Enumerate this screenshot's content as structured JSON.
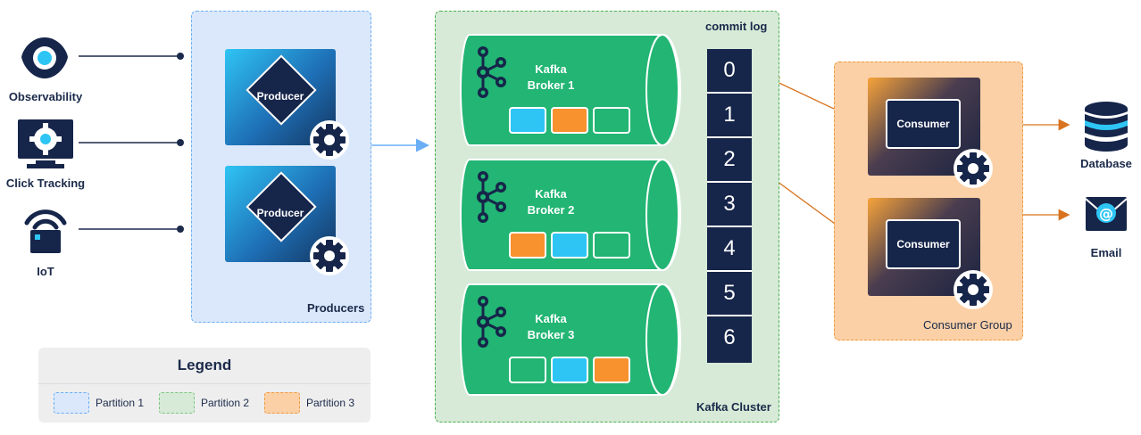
{
  "colors": {
    "partition1": "#dbe8fb",
    "partition2": "#d6ead7",
    "partition3": "#fbd0a6",
    "kafka_green": "#22b573",
    "navy": "#16254a",
    "cyan": "#2ec5f5",
    "orange": "#f7922f"
  },
  "sources": [
    {
      "label": "Observability",
      "icon": "eye-icon"
    },
    {
      "label": "Click Tracking",
      "icon": "monitor-gear-icon"
    },
    {
      "label": "IoT",
      "icon": "wifi-device-icon"
    }
  ],
  "producers": {
    "zone_label": "Producers",
    "items": [
      {
        "label": "Producer"
      },
      {
        "label": "Producer"
      }
    ]
  },
  "cluster": {
    "zone_label": "Kafka Cluster",
    "commit_log_label": "commit log",
    "brokers": [
      {
        "line1": "Kafka",
        "line2": "Broker 1",
        "partitions": [
          "cyan",
          "orange",
          "green"
        ]
      },
      {
        "line1": "Kafka",
        "line2": "Broker 2",
        "partitions": [
          "orange",
          "cyan",
          "green"
        ]
      },
      {
        "line1": "Kafka",
        "line2": "Broker 3",
        "partitions": [
          "green",
          "cyan",
          "orange"
        ]
      }
    ],
    "offsets": [
      "0",
      "1",
      "2",
      "3",
      "4",
      "5",
      "6"
    ]
  },
  "consumers": {
    "zone_label": "Consumer Group",
    "items": [
      {
        "label": "Consumer"
      },
      {
        "label": "Consumer"
      }
    ]
  },
  "sinks": [
    {
      "label": "Database",
      "icon": "database-icon"
    },
    {
      "label": "Email",
      "icon": "email-icon"
    }
  ],
  "legend": {
    "title": "Legend",
    "items": [
      {
        "label": "Partition 1",
        "color_key": "partition1"
      },
      {
        "label": "Partition 2",
        "color_key": "partition2"
      },
      {
        "label": "Partition 3",
        "color_key": "partition3"
      }
    ]
  }
}
